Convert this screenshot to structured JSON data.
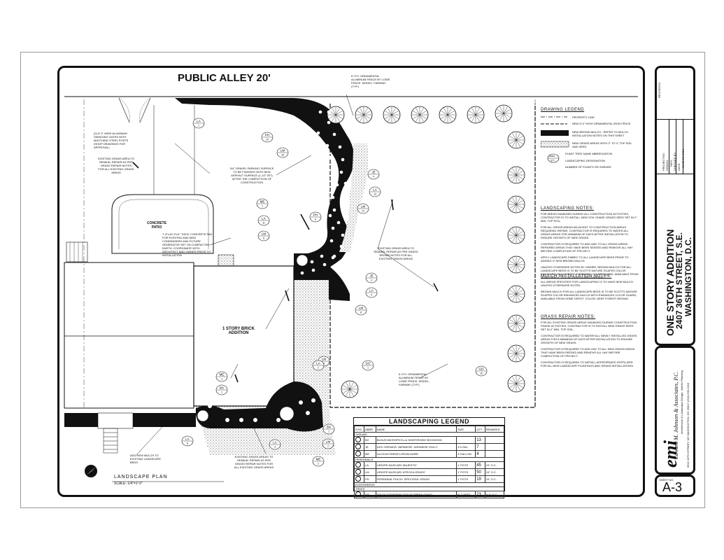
{
  "plan": {
    "alley_title": "PUBLIC ALLEY 20'",
    "patio_label": "CONCRETE\nPATIO",
    "addition_label": "1 STORY BRICK\nADDITION",
    "plan_title": "LANDSCAPE PLAN",
    "plan_scale": "SCALE: 1/4\"=1'-0\"",
    "callout_fence": "6'-0\"H. ORNAMENTAL ALUMINUM FENCE BY LOWE FENCE. MODEL: FAIRWAY (TYP.)",
    "callout_fence2": "6'-0\"H. ORNAMENTAL ALUMINUM FENCE BY LOWE FENCE. MODEL: FAIRWAY (TYP.)",
    "callout_gate": "(2) 5'-0\" WIDE ALUMINUM SWINGING GATES WITH MATCHING STEEL POSTS (SHOP DRAWINGS FOR APPROVAL)",
    "callout_grass1": "EXISTING GRASS AREA TO REMAIN. REPAIR AS PER GRASS REPAIR NOTES FOR ALL EXISTING GRASS AREAS",
    "callout_gravel": "3/4\" GRAVEL PARKING SURFACE TO BE FINISHED WITH NEW ASPHALT SURFACE (1-1/2\" BIT) AFTER THE COMPLETION OF CONSTRUCTION",
    "callout_pad": "7'-6\"x10'-0\"x4\" THICK CONCRETE PAD FOR EXISTING AND NEW CONDENSERS AND FUTURE GENERATOR SET ON COMPACTED EARTH. COORDINATE WITH ARCHITECT AND OWNER PRIOR TO INSTALLATION",
    "callout_grass2": "EXISTING GRASS AREA TO REMAIN. REPAIR AS PER GRASS REPAIR NOTES FOR ALL EXISTING GRASS AREAS",
    "callout_mulch": "ADD NEW MULCH TO EXISTING LANDSCAPE BEDS",
    "callout_grass3": "EXISTING GRASS AREAS TO REMAIN. REPAIR AS PER GRASS REPAIR NOTES FOR ALL EXISTING GRASS AREAS"
  },
  "tags": [
    {
      "code": "LA",
      "qty": "1"
    },
    {
      "code": "PH",
      "qty": "10"
    },
    {
      "code": "LM",
      "qty": "16"
    },
    {
      "code": "JE",
      "qty": "4"
    },
    {
      "code": "LA",
      "qty": "13"
    },
    {
      "code": "LM",
      "qty": "14"
    },
    {
      "code": "ME",
      "qty": "1"
    },
    {
      "code": "LA",
      "qty": "11"
    },
    {
      "code": "LM",
      "qty": "8"
    },
    {
      "code": "PH",
      "qty": "9"
    },
    {
      "code": "JE",
      "qty": "3"
    },
    {
      "code": "LA",
      "qty": "3"
    },
    {
      "code": "LM",
      "qty": "8"
    },
    {
      "code": "GO",
      "qty": "1"
    },
    {
      "code": "GO",
      "qty": "16"
    },
    {
      "code": "ME",
      "qty": "1"
    },
    {
      "code": "BX",
      "qty": "1"
    },
    {
      "code": "LA",
      "qty": "8"
    },
    {
      "code": "LA",
      "qty": "3"
    },
    {
      "code": "LM",
      "qty": "2"
    },
    {
      "code": "BX",
      "qty": "1"
    },
    {
      "code": "LM",
      "qty": "4"
    },
    {
      "code": "ME",
      "qty": "2"
    },
    {
      "code": "LA",
      "qty": "2"
    }
  ],
  "drawing_legend": {
    "title": "DRAWING LEGEND",
    "items": [
      "PROPERTY LINE",
      "NEW 6'-0\" HIGH ORNAMENTAL IRON FENCE",
      "NEW BROWN MULCH - REFER TO MULCH INSTALLATION NOTES ON THIS SHEET",
      "NEW GRASS AREAS WITH 2\" TO 4\" TOP SOIL AND SEED",
      "PLANT TREE NAME ABBREVIATION",
      "LANDSCAPING DESIGNATION",
      "NUMBER OF PLANTS OR SHRUBS"
    ],
    "tag_code": "ABBR.",
    "tag_qty": "QTY"
  },
  "notes": {
    "landscaping_title": "LANDSCAPING NOTES:",
    "landscaping": [
      "FOR AREAS DAMAGED DURING ALL CONSTRUCTION ACTIVITIES, CONTRACTOR IS TO INSTALL NEW SOIL SHADE GRASS SEED SET IN 2\" MIN. TOP SOIL.",
      "FOR ALL GRASS AREAS ADJACENT TO CONSTRUCTION AREAS REQUIRING REPAIR, CONTRACTOR IS REQUIRED TO WATER ALL GRASS AREAS FOR MINIMUM OF DAYS AFTER INSTALLATION TO ENSURE GROWTH OF NEW GRASS.",
      "CONTRACTOR IS REQUIRED TO ADD MAY TO ALL GRASS AREAS REPAIRED AREAS THAT HAVE BEEN SEEDED AND REMOVE ALL HAY BEFORE COMPLETION OF PROJECT.",
      "APPLY LANDSCAPE FABRIC TO ALL LANDSCAPE BEDS PRIOR TO ADDING 3\" NEW BROWN MULCH.",
      "UNLESS OTHERWISE NOTED BY OWNER, BROWN MULCH FOR ALL LANDSCAPE BEDS IS TO BE SCOTTS NATURE SCAPES COLOR ENHANCED MULCH WITH ENHANCED COLOR GUARD, AVAILABLE FROM HOME DEPOT. COLOR: DEEP FOREST BROWN."
    ],
    "mulch_title": "MULCH INSTALLATION NOTES:",
    "mulch": [
      "ALL AREAS SPECIFIED FOR LANDSCAPING IS TO HAVE NEW MULCH UNLESS OTHERWISE NOTED.",
      "BROWN MULCH FOR ALL LANDSCAPE BEDS IS TO BE SCOTTS NATURE SCAPES COLOR ENHANCED MULCH WITH ENHANCED COLOR GUARD, AVAILABLE FROM HOME DEPOT. COLOR: DEEP FOREST BROWN."
    ],
    "grass_title": "GRASS REPAIR NOTES:",
    "grass": [
      "FOR ALL EXISTING GRASS AREAS DAMAGED DURING CONSTRUCTION PHASE ACTIVITIES, CONTRACTOR IS TO INSTALL NEW GRASS SEED SET IN 2\" MIN. TOP SOIL.",
      "CONTRACTOR IS REQUIRED TO WATER ALL NEWLY INSTALLED GRASS AREAS FOR A MINIMUM OF DAYS AFTER INSTALLATION TO ENSURE GROWTH OF NEW GRASS.",
      "CONTRACTOR IS REQUIRED TO ADD HAY TO ALL NEW GRASS AREAS THAT HAVE BEEN SEEDED AND REMOVE ALL HAY BEFORE COMPLETION OF PROJECT.",
      "CONTRACTOR IS REQUIRED TO INSTALL APPROPRIATE FERTILIZER FOR ALL NEW LANDSCAPE PLANTINGS AND GRASS INSTALLATIONS."
    ]
  },
  "landscaping_legend": {
    "title": "LANDSCAPING LEGEND",
    "headers": [
      "SYM",
      "ABBR",
      "NAME",
      "SIZE",
      "QTY",
      "REMARKS"
    ],
    "groups": [
      {
        "label": "SHRUBS",
        "rows": [
          {
            "abbr": "BX",
            "name": "BUXUS MICROPHYLLA 'WINTERGEM' BOXWOOD",
            "size": "",
            "qty": "13",
            "remarks": ""
          },
          {
            "abbr": "JE",
            "name": "ILEX CRENATA 'JAPANESE' JAPANESE HOLLY",
            "size": "3.5 GAL",
            "qty": "7",
            "remarks": ""
          },
          {
            "abbr": "ME",
            "name": "ILLICIUM PARVIFLORUM ANISE",
            "size": "3 GALLON",
            "qty": "4",
            "remarks": ""
          }
        ]
      },
      {
        "label": "PERENNIALS",
        "rows": [
          {
            "abbr": "LA",
            "name": "LIRIOPE MUSCARI 'MAJESTIC'",
            "size": "1' POTS",
            "qty": "45",
            "remarks": "24\" O.C."
          },
          {
            "abbr": "LM",
            "name": "LIRIOPE MUSCARI 'ATROCA GRASS'",
            "size": "1' POTS",
            "qty": "50",
            "remarks": "24\" O.C."
          },
          {
            "abbr": "PH",
            "name": "PERENNIAL PHLOX 'SPECIOSA' GRASS",
            "size": "1' POTS",
            "qty": "19",
            "remarks": "24\" O.C."
          }
        ]
      },
      {
        "label": "EVERGREENS",
        "rows": []
      },
      {
        "label": "TREES",
        "rows": [
          {
            "abbr": "GO",
            "name": "THUJA STANDISHII 'THUJA GREEN GIANT'",
            "size": "6'-7' FEET",
            "qty": "23",
            "remarks": "3'-0\" O.C."
          }
        ]
      }
    ]
  },
  "title_block": {
    "revisions_label": "REVISIONS:",
    "project_label": "PROJECTNO:",
    "drawn_label": "DRAWN:",
    "drawn_value": "REFL",
    "checked_label": "CHECKED BY:",
    "date_label": "DATE:",
    "date_value": "JUNE 10, 2014",
    "project_title": "ONE STORY ADDITION",
    "project_address": "2407 36TH STREET, S.E.",
    "project_city": "WASHINGTON, D.C.",
    "firm_logo": "emi",
    "firm_name": "Edward M. Johnson & Associates, P.C.",
    "firm_tagline": "Architecture & Landscape Design, Interior Planning",
    "firm_address": "5613 16TH STREET, NE    WASHINGTON, DC 20017    (202) 635-2010",
    "sheet_label": "SHEET NO.",
    "sheet_no": "A-3"
  }
}
